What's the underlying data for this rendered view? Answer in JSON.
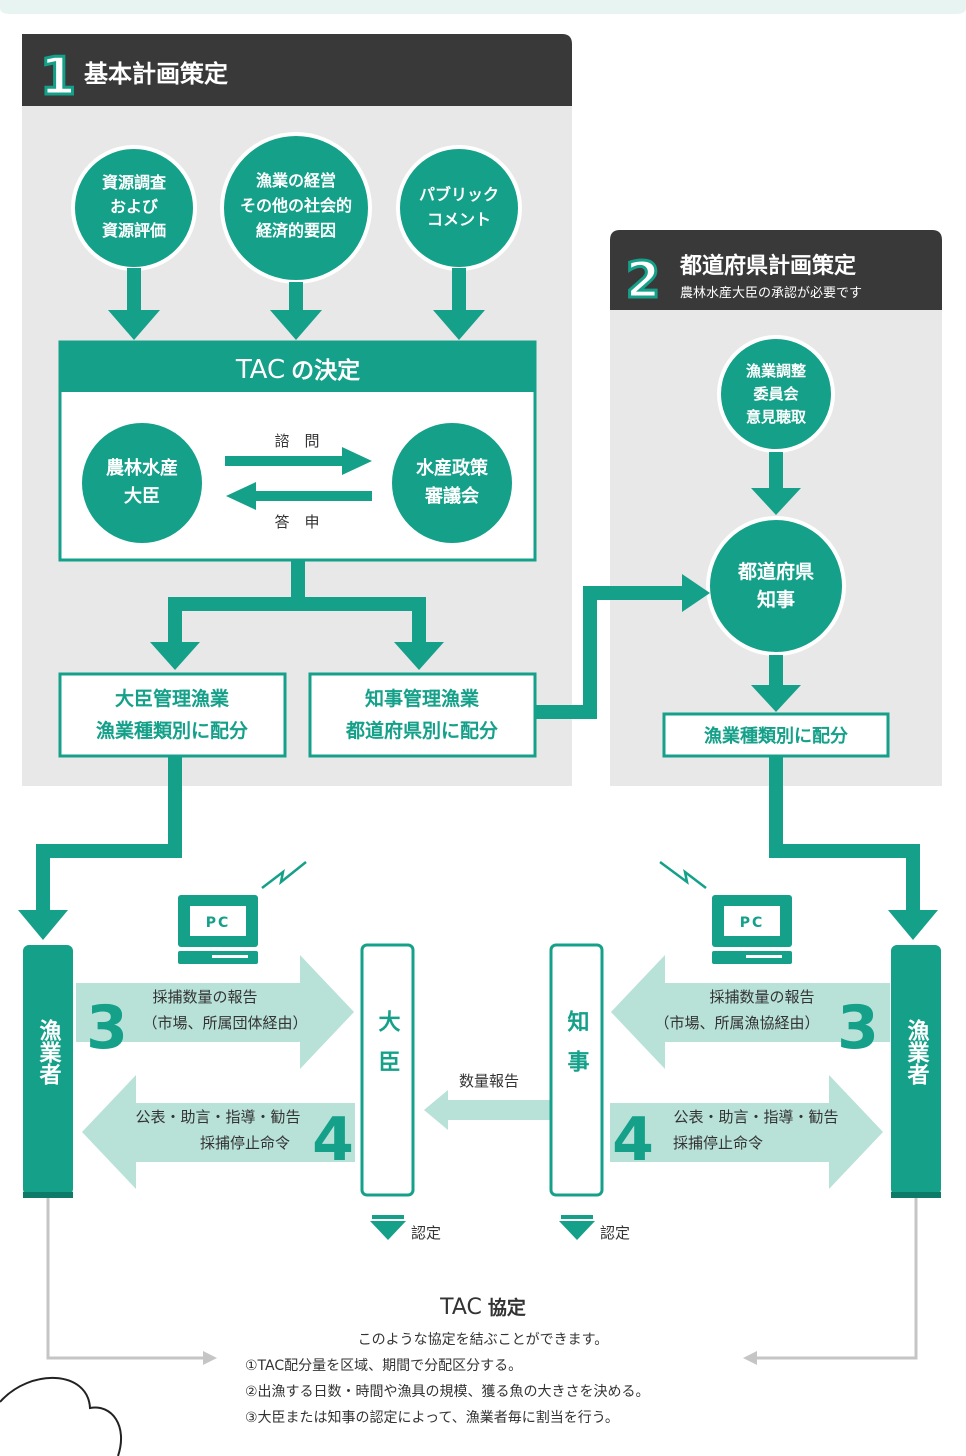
{
  "colors": {
    "teal": "#14a089",
    "light_teal": "#b8e1d8",
    "dark": "#393939",
    "panel": "#e8e8e8",
    "gray_line": "#c5c5c5",
    "top_band": "#e7f4f1"
  },
  "section1": {
    "number": "1",
    "title": "基本計画策定"
  },
  "inputs": [
    {
      "lines": [
        "資源調査",
        "および",
        "資源評価"
      ]
    },
    {
      "lines": [
        "漁業の経営",
        "その他の社会的",
        "経済的要因"
      ]
    },
    {
      "lines": [
        "パブリック",
        "コメント"
      ]
    }
  ],
  "tac_box": {
    "title_latin": "TAC",
    "title_jp": "の決定",
    "minister": [
      "農林水産",
      "大臣"
    ],
    "council": [
      "水産政策",
      "審議会"
    ],
    "consult": "諮　問",
    "report": "答　申"
  },
  "allocations": {
    "minister": [
      "大臣管理漁業",
      "漁業種類別に配分"
    ],
    "governor": [
      "知事管理漁業",
      "都道府県別に配分"
    ]
  },
  "section2": {
    "number": "2",
    "title": "都道府県計画策定",
    "subtitle": "農林水産大臣の承認が必要です"
  },
  "pref": {
    "committee": [
      "漁業調整",
      "委員会",
      "意見聴取"
    ],
    "governor": [
      "都道府県",
      "知事"
    ],
    "allocation": "漁業種類別に配分"
  },
  "bottom": {
    "pc_label": "PC",
    "fisher": "漁業者",
    "minister": "大臣",
    "governor": "知事",
    "step3": "3",
    "step4": "4",
    "report_left": [
      "採捕数量の報告",
      "（市場、所属団体経由）"
    ],
    "report_right": [
      "採捕数量の報告",
      "（市場、所属漁協経由）"
    ],
    "guidance": [
      "公表・助言・指導・勧告",
      "採捕停止命令"
    ],
    "quantity_report": "数量報告",
    "certify": "認定"
  },
  "agreement": {
    "title_latin": "TAC",
    "title_jp": "協定",
    "intro": "このような協定を結ぶことができます。",
    "items": [
      "①TAC配分量を区域、期間で分配区分する。",
      "②出漁する日数・時間や漁具の規模、獲る魚の大きさを決める。",
      "③大臣または知事の認定によって、漁業者毎に割当を行う。"
    ]
  }
}
